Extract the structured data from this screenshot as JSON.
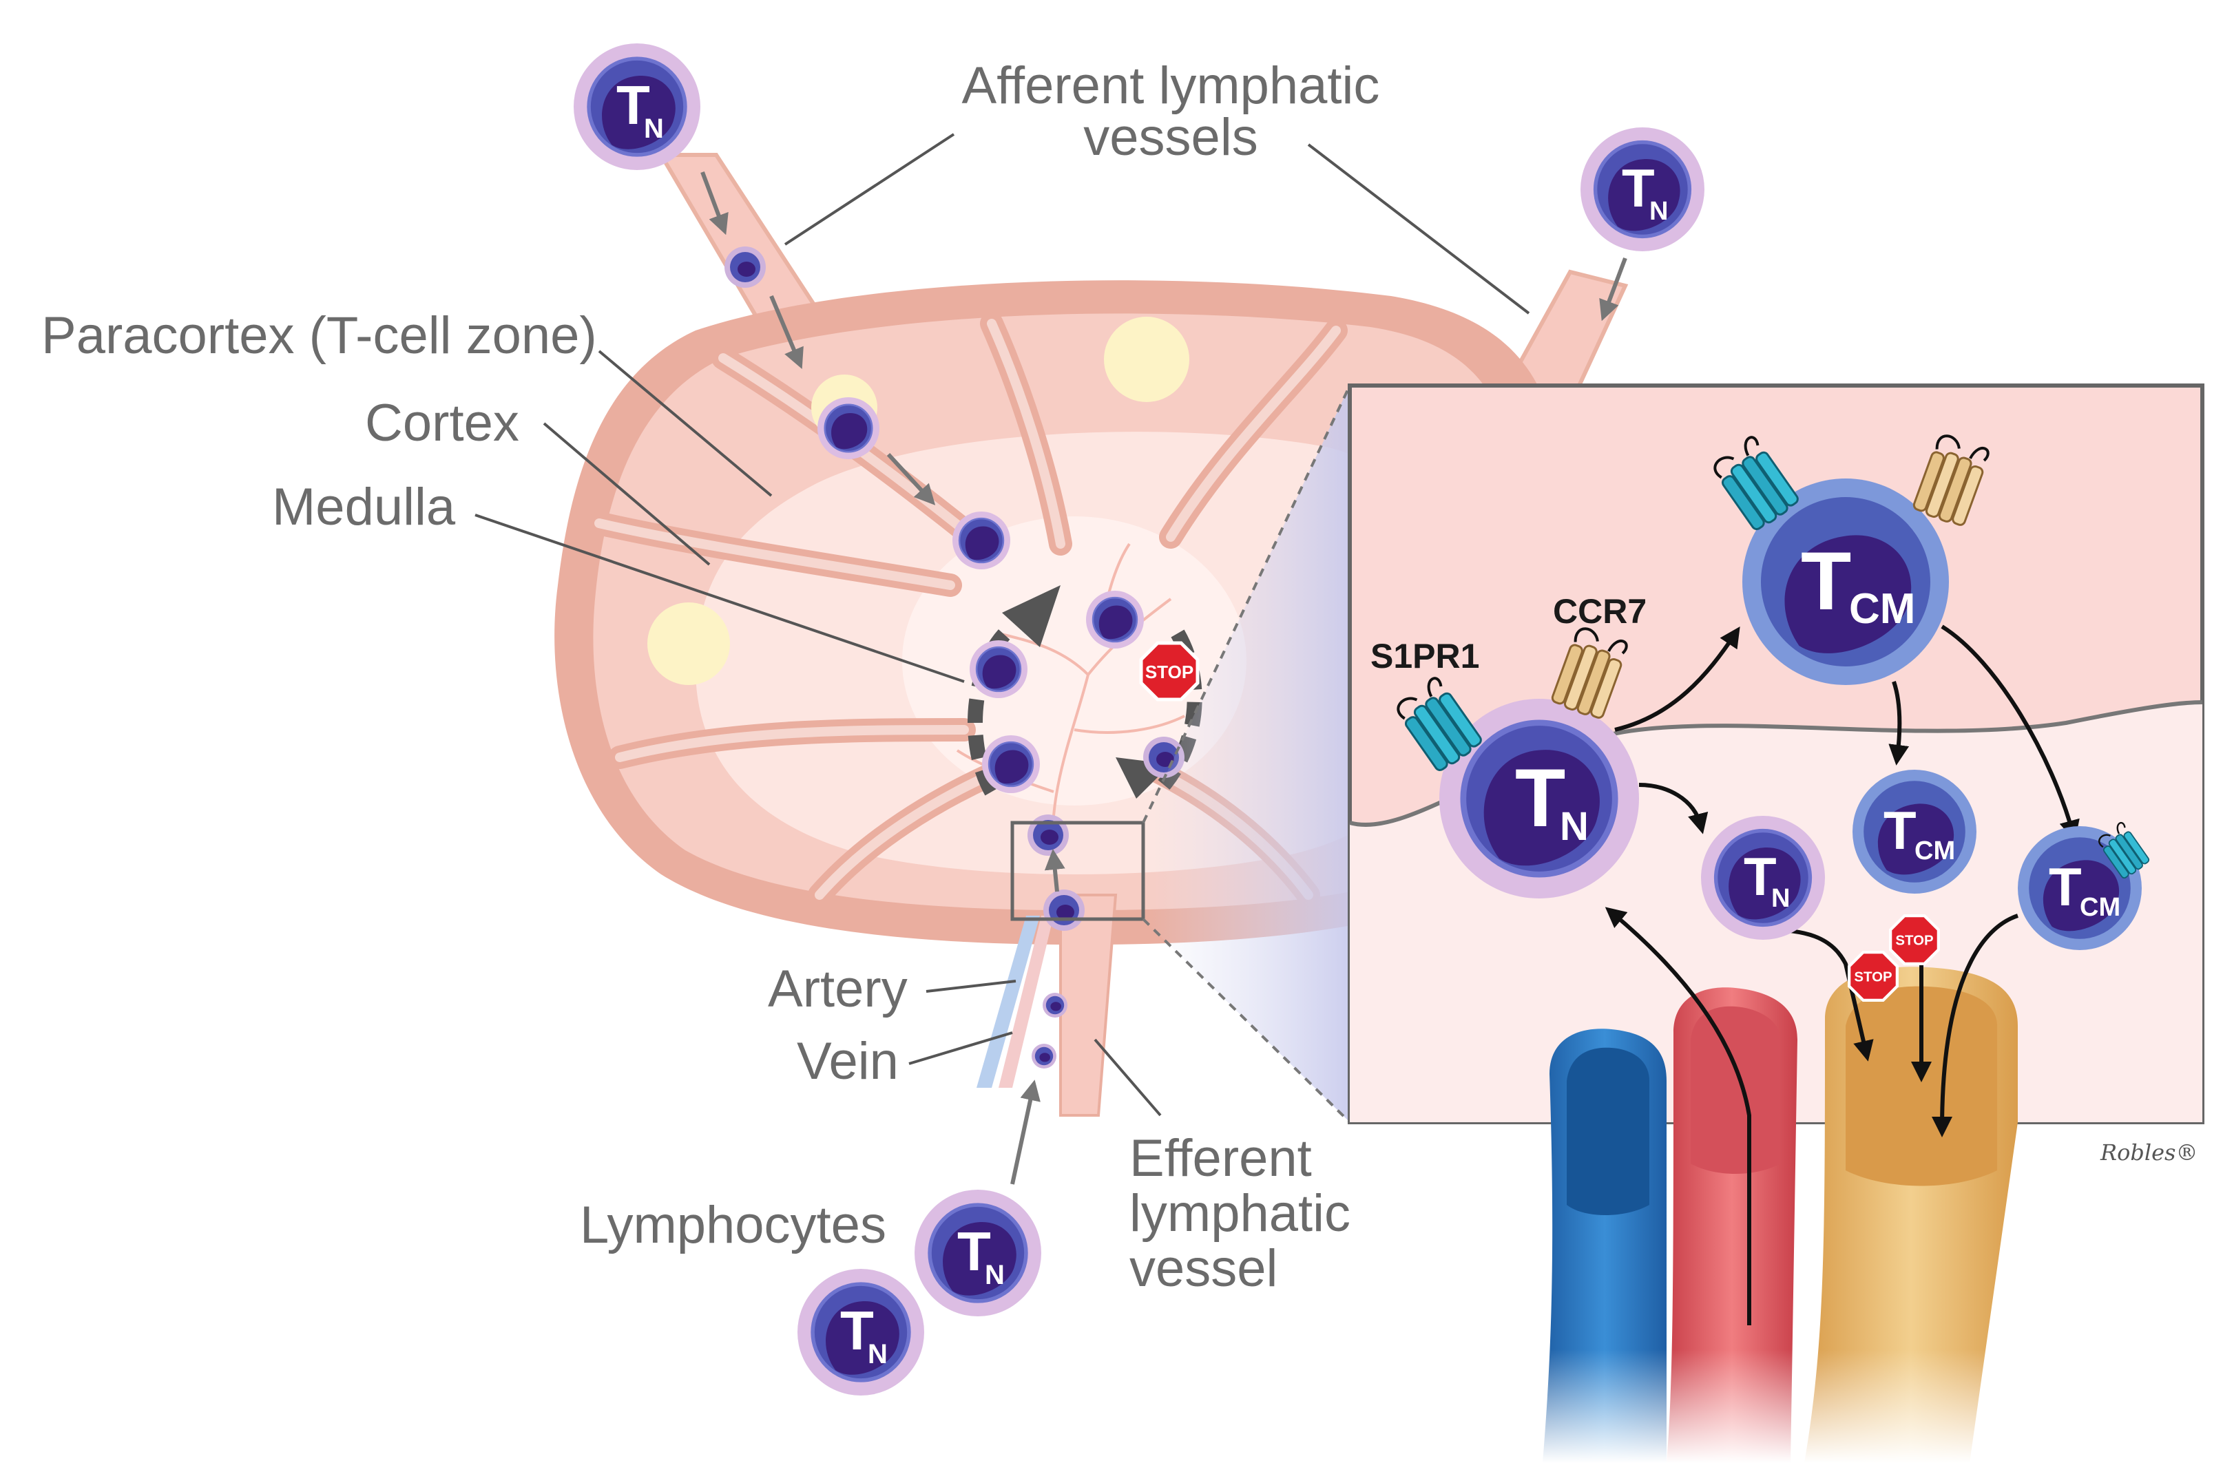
{
  "labels": {
    "afferent_line1": "Afferent lymphatic",
    "afferent_line2": "vessels",
    "paracortex": "Paracortex (T-cell zone)",
    "cortex": "Cortex",
    "medulla": "Medulla",
    "artery": "Artery",
    "vein": "Vein",
    "lymphocytes": "Lymphocytes",
    "efferent_line1": "Efferent",
    "efferent_line2": "lymphatic",
    "efferent_line3": "vessel",
    "s1pr1": "S1PR1",
    "ccr7": "CCR7",
    "signature": "Robles®"
  },
  "cells": {
    "naive_main": "T",
    "naive_sub": "N",
    "memory_main": "T",
    "memory_sub": "CM"
  },
  "stop_sign": "STOP",
  "colors": {
    "node_outer": "#eab3a3",
    "node_cortex": "#f6cfc6",
    "node_medulla": "#fde9e5",
    "follicle": "#fdf3c6",
    "cell_halo": "#dcbde3",
    "cell_body": "#3f3fa6",
    "nucleus": "#3a1f7c",
    "memory_halo": "#7b97d9",
    "inset_bg": "#fbd9d6",
    "artery_blue": "#2a7cc4",
    "vein_red": "#e06268",
    "lymph_gold": "#e8b66b",
    "stop_red": "#e0202a",
    "receptor_teal": "#2aa9c4",
    "receptor_tan": "#e7c48a"
  }
}
